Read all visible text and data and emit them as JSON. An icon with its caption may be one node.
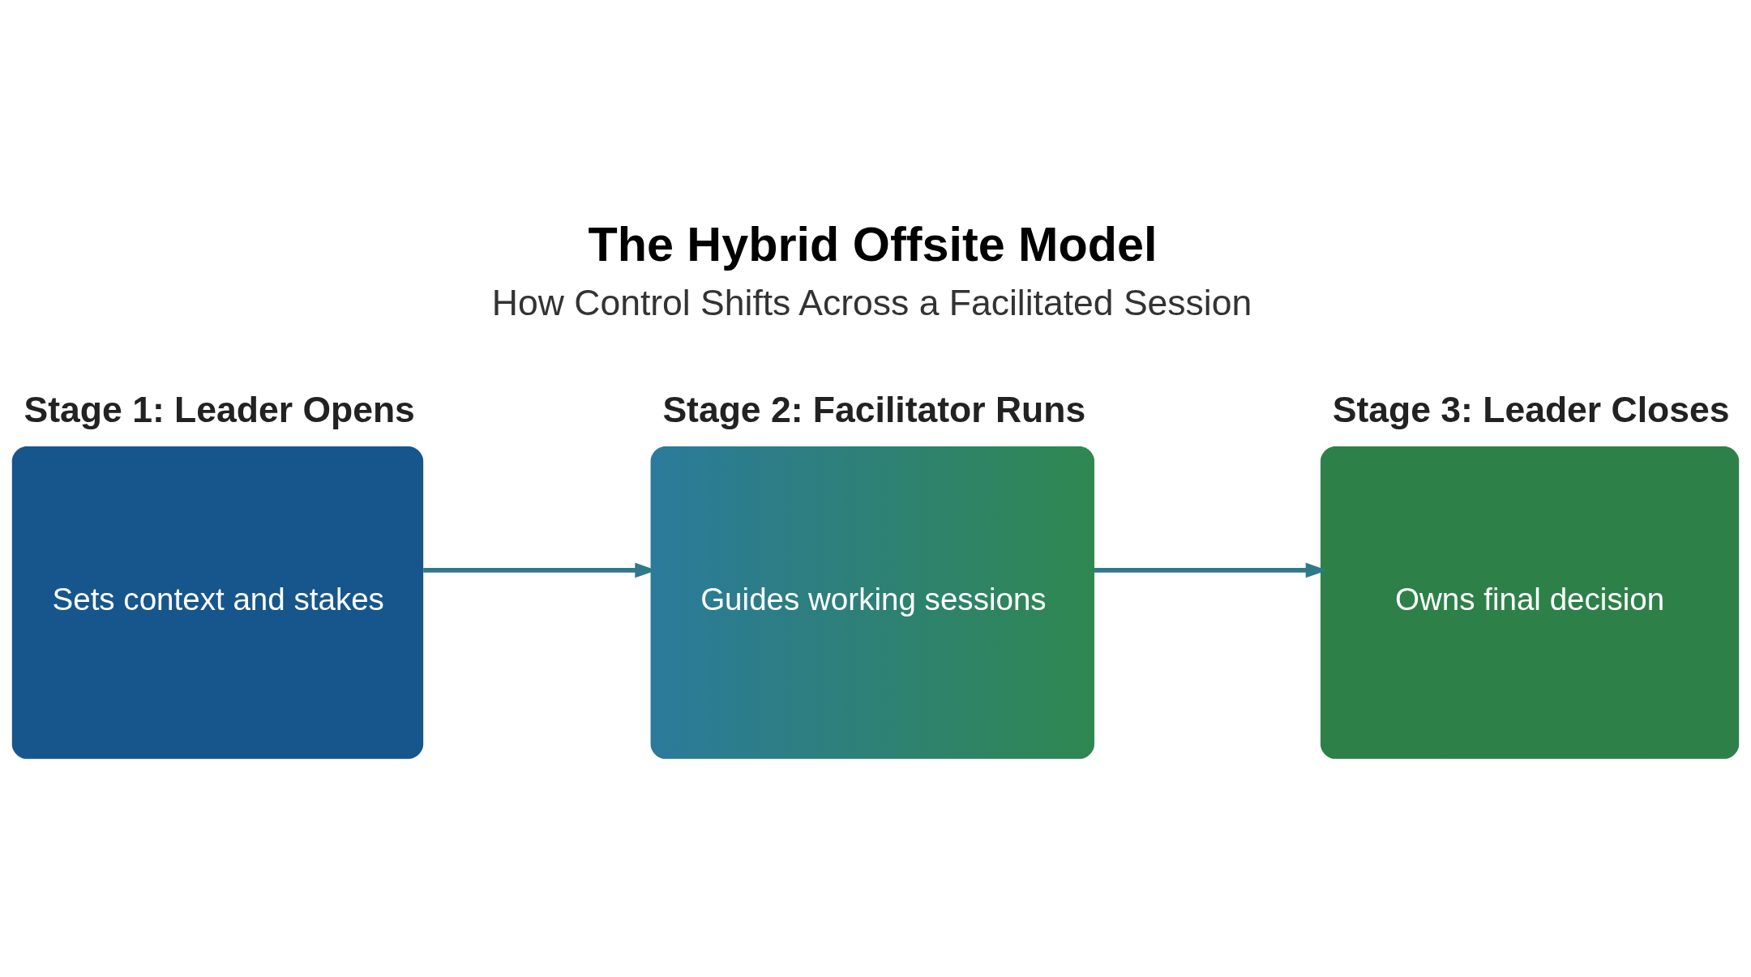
{
  "diagram": {
    "title": "The Hybrid Offsite Model",
    "nodes": [
      {
        "text": [
          "Stage 1: Leader Opens",
          "Sets context and stakes"
        ]
      },
      {
        "text": [
          "Stage 2: Facilitator Runs",
          "Guides working sessions"
        ]
      },
      {
        "text": [
          "Stage 3: Leader Closes",
          "Owns final decision"
        ]
      }
    ],
    "edges": [
      {
        "from": 0,
        "to": 1,
        "arrow": "to"
      },
      {
        "from": 1,
        "to": 2,
        "arrow": "to"
      }
    ],
    "labels": [
      "How Control Shifts Across a Facilitated Session"
    ]
  }
}
